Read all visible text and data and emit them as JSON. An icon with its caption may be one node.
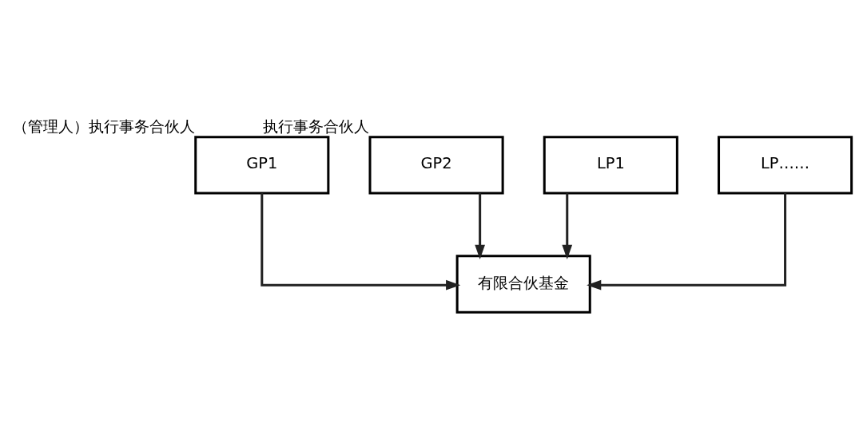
{
  "diagram": {
    "nodes": [
      {
        "text": [
          "GP1"
        ],
        "beside": [
          "（管理人）执行事务合伙人"
        ]
      },
      {
        "text": [
          "GP2"
        ],
        "beside": [
          "执行事务合伙人"
        ]
      },
      {
        "text": [
          "LP1"
        ]
      },
      {
        "text": [
          "LP……"
        ]
      },
      {
        "text": [
          "有限合伙基金"
        ]
      }
    ],
    "edges": [
      {
        "from": 0,
        "to": 4,
        "arrow": "to"
      },
      {
        "from": 1,
        "to": 4,
        "arrow": "to"
      },
      {
        "from": 2,
        "to": 4,
        "arrow": "to"
      },
      {
        "from": 3,
        "to": 4,
        "arrow": "to"
      }
    ]
  }
}
